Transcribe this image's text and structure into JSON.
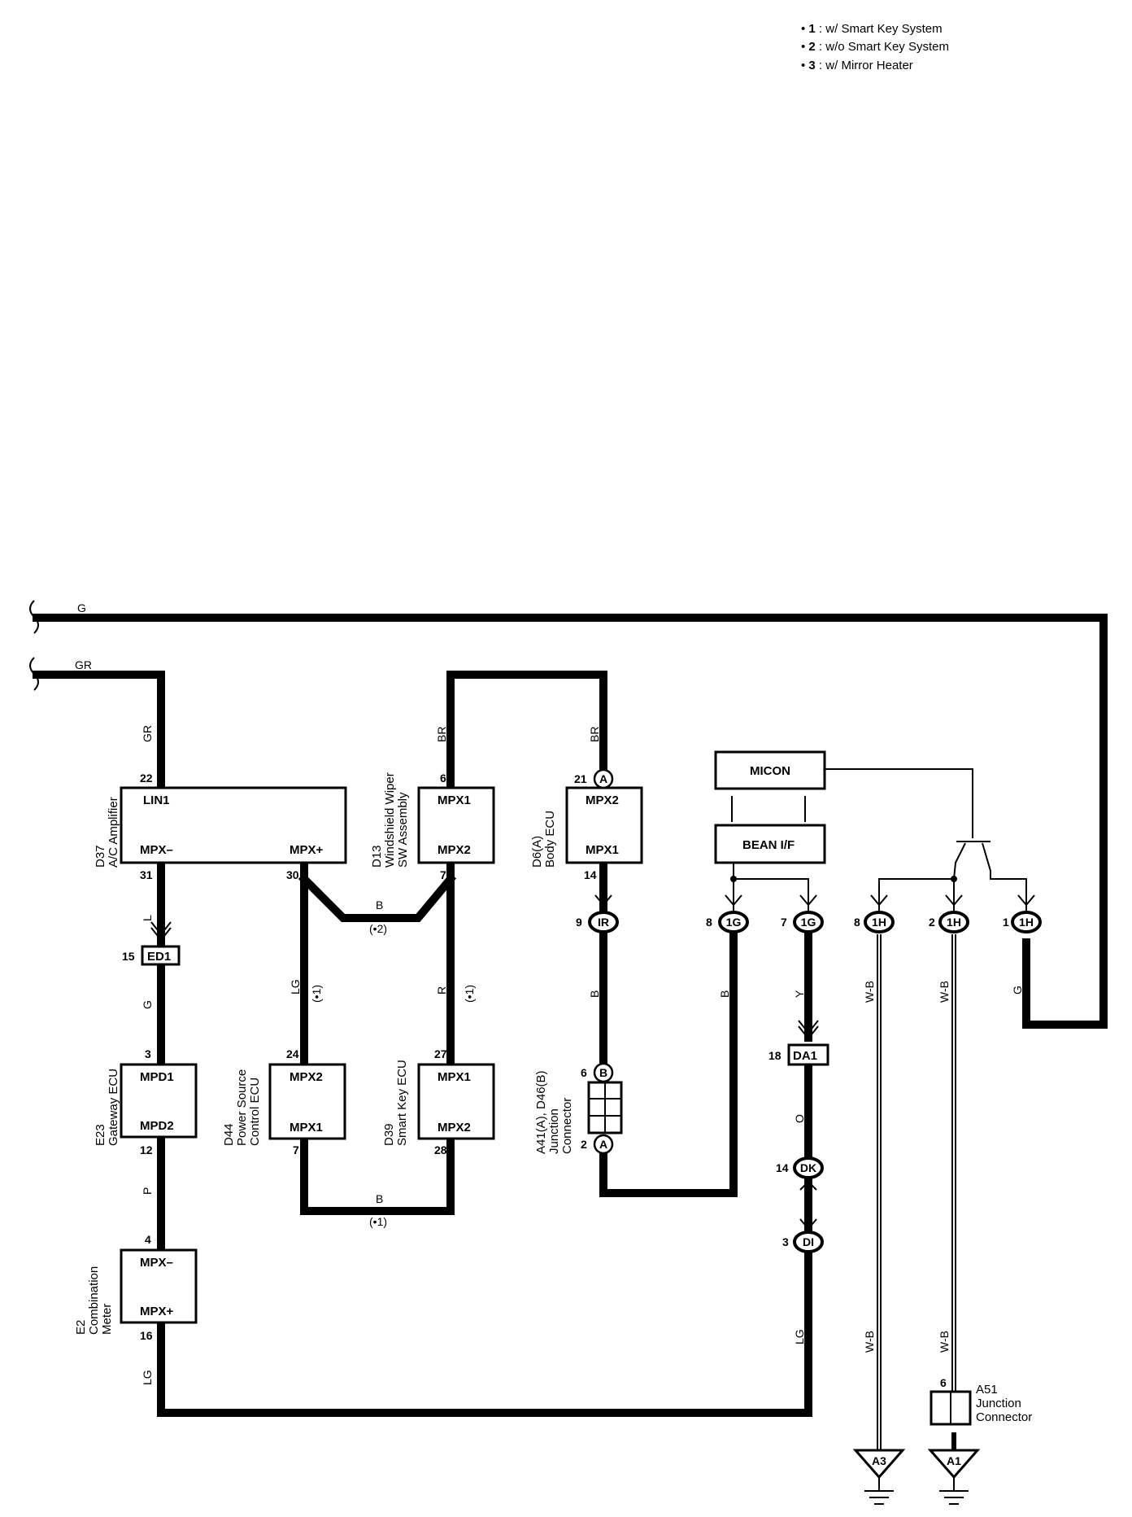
{
  "notes": [
    {
      "num": "1",
      "text": "w/ Smart Key System"
    },
    {
      "num": "2",
      "text": "w/o Smart Key System"
    },
    {
      "num": "3",
      "text": "w/ Mirror Heater"
    }
  ],
  "wires": {
    "g_top": "G",
    "gr_top": "GR",
    "gr_v": "GR",
    "br_left": "BR",
    "br_right": "BR",
    "l": "L",
    "g_lower": "G",
    "p": "P",
    "lg_left": "LG",
    "lg_mid": "LG",
    "b_mid": "B",
    "r_mid": "R",
    "b_top": "B",
    "b_bottom": "B",
    "b_ecu": "B",
    "b_j": "B",
    "y": "Y",
    "o": "O",
    "lg_right": "LG",
    "wb1": "W-B",
    "wb2": "W-B",
    "wb3": "W-B",
    "wb4": "W-B",
    "g_right": "G"
  },
  "notes_ref": {
    "b_top": "(•2)",
    "lg_mid": "(•1)",
    "r_mid": "(•1)",
    "b_bottom": "(•1)"
  },
  "components": {
    "d37": {
      "code": "D37",
      "name": "A/C Amplifier",
      "term1": "LIN1",
      "term2": "MPX–",
      "term3": "MPX+"
    },
    "d13": {
      "code": "D13",
      "name1": "Windshield Wiper",
      "name2": "SW Assembly",
      "term1": "MPX1",
      "term2": "MPX2"
    },
    "d6": {
      "code": "D6(A)",
      "name": "Body ECU",
      "term1": "MPX2",
      "term2": "MPX1"
    },
    "e23": {
      "code": "E23",
      "name": "Gateway ECU",
      "term1": "MPD1",
      "term2": "MPD2"
    },
    "d44": {
      "code": "D44",
      "name1": "Power Source",
      "name2": "Control ECU",
      "term1": "MPX2",
      "term2": "MPX1"
    },
    "d39": {
      "code": "D39",
      "name": "Smart Key ECU",
      "term1": "MPX1",
      "term2": "MPX2"
    },
    "a41": {
      "code": "A41(A), D46(B)",
      "name1": "Junction",
      "name2": "Connector"
    },
    "e2": {
      "code": "E2",
      "name1": "Combination",
      "name2": "Meter",
      "term1": "MPX–",
      "term2": "MPX+"
    },
    "a51": {
      "code": "A51",
      "name1": "Junction",
      "name2": "Connector"
    },
    "micon": "MICON",
    "bean": "BEAN I/F"
  },
  "pins": {
    "d37_22": "22",
    "d37_31": "31",
    "d37_30": "30",
    "d13_6": "6",
    "d13_7": "7",
    "d6_21": "21",
    "d6_14": "14",
    "ed1_15": "15",
    "e23_3": "3",
    "e23_12": "12",
    "d44_24": "24",
    "d44_7": "7",
    "d39_27": "27",
    "d39_28": "28",
    "a41_6": "6",
    "a41_2": "2",
    "e2_4": "4",
    "e2_16": "16",
    "ir_9": "9",
    "g1_8": "8",
    "g1_7": "7",
    "h1_8": "8",
    "h1_2": "2",
    "h1_1": "1",
    "da1_18": "18",
    "dk_14": "14",
    "di_3": "3",
    "a51_6": "6"
  },
  "connectors": {
    "ed1": "ED1",
    "da1": "DA1",
    "ir": "IR",
    "g1a": "1G",
    "g1b": "1G",
    "h1a": "1H",
    "h1b": "1H",
    "h1c": "1H",
    "dk": "DK",
    "di": "DI",
    "a": "A",
    "b": "B",
    "a2": "A"
  },
  "grounds": {
    "a3": "A3",
    "a1": "A1"
  }
}
